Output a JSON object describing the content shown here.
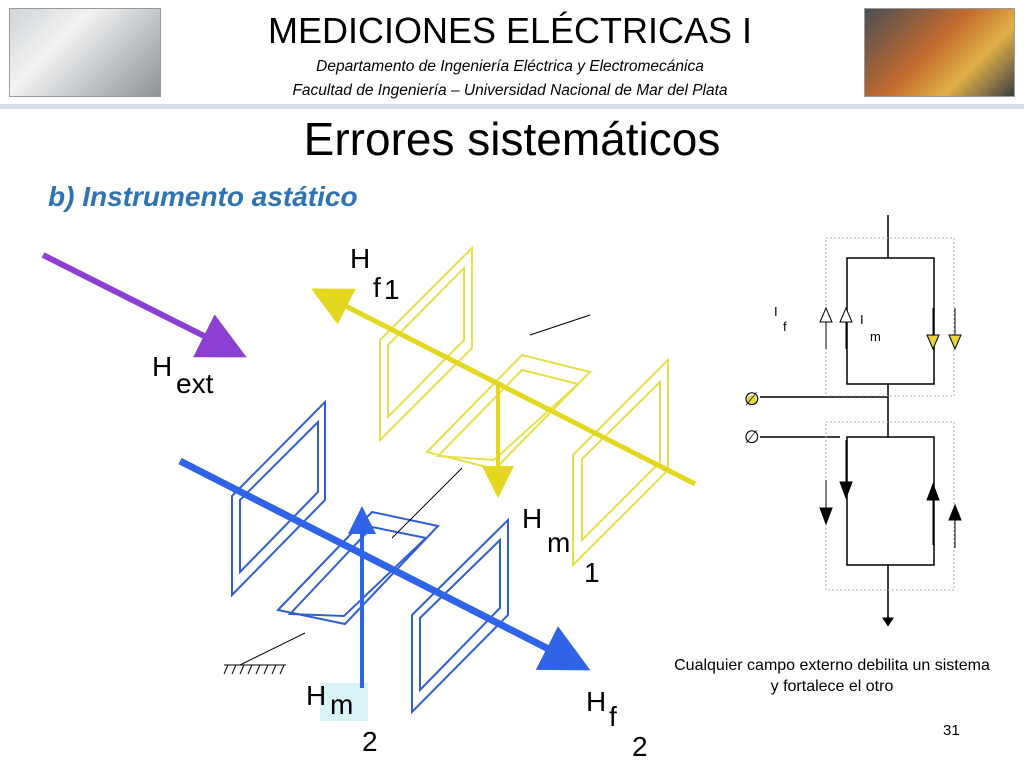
{
  "header": {
    "title": "MEDICIONES ELÉCTRICAS I",
    "department": "Departamento de Ingeniería Eléctrica y Electromecánica",
    "faculty": "Facultad de Ingeniería – Universidad Nacional de Mar del Plata",
    "left_photo": "multimeter-photo",
    "right_photo": "multimeter-photo"
  },
  "slide": {
    "title": "Errores sistemáticos",
    "subtitle": "b) Instrumento astático",
    "page_number": "31"
  },
  "diagram": {
    "labels": {
      "hext_main": "H",
      "hext_sub": "ext",
      "hf1_main": "H",
      "hf1_sub": "f",
      "hf1_num": "1",
      "hm1_main": "H",
      "hm1_sub": "m",
      "hm1_num": "1",
      "hm2_main": "H",
      "hm2_sub": "m",
      "hm2_num": "2",
      "hf2_main": "H",
      "hf2_sub": "f",
      "hf2_num": "2"
    },
    "colors": {
      "hext": "#8e3fd3",
      "upper_system": "#e3d81f",
      "upper_coil": "#e6e04a",
      "lower_system": "#2f63e8",
      "lower_coil": "#2f5fd0"
    }
  },
  "circuit": {
    "label_if_main": "I",
    "label_if_sub": "f",
    "label_im_main": "I",
    "label_im_sub": "m",
    "phi_top": "∅",
    "phi_bottom": "∅"
  },
  "caption": "Cualquier campo externo debilita un sistema y fortalece el otro"
}
